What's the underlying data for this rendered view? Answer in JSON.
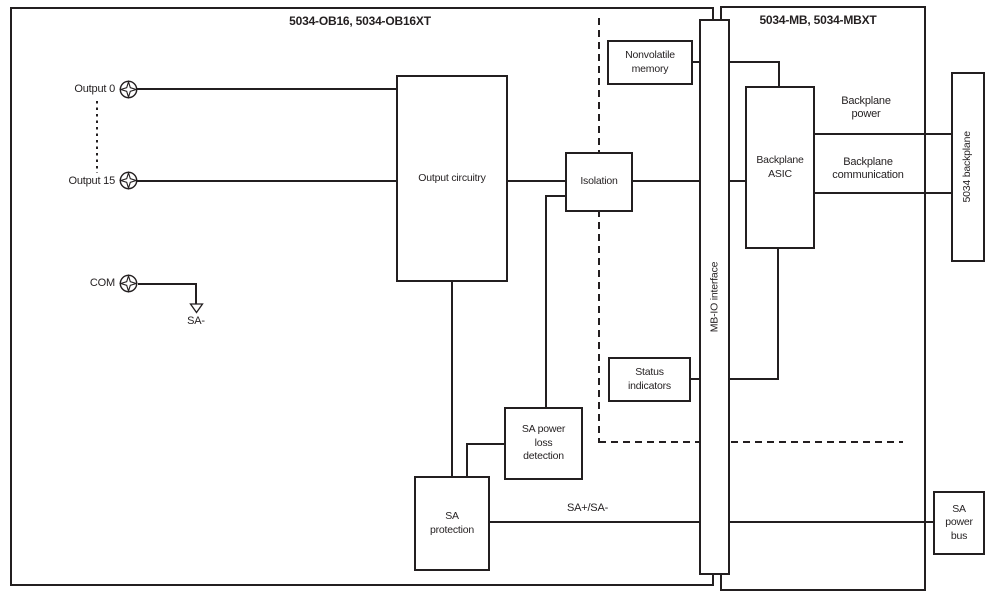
{
  "diagram": {
    "left_section_title": "5034-OB16, 5034-OB16XT",
    "right_section_title": "5034-MB, 5034-MBXT",
    "terminals": {
      "output0": "Output 0",
      "output15": "Output 15",
      "com": "COM"
    },
    "ground_label": "SA-",
    "boxes": {
      "output_circuitry": "Output circuitry",
      "isolation": "Isolation",
      "nonvolatile_memory": "Nonvolatile\nmemory",
      "mb_io_interface": "MB-IO interface",
      "backplane_asic": "Backplane\nASIC",
      "backplane_5034": "5034 backplane",
      "status_indicators": "Status\nindicators",
      "sa_power_loss_detection": "SA power\nloss\ndetection",
      "sa_protection": "SA\nprotection",
      "sa_power_bus": "SA\npower\nbus"
    },
    "wire_labels": {
      "backplane_power": "Backplane\npower",
      "backplane_communication": "Backplane\ncommunication",
      "sa_plus_minus": "SA+/SA-"
    },
    "colors": {
      "line": "#231f20",
      "background": "#ffffff"
    }
  }
}
